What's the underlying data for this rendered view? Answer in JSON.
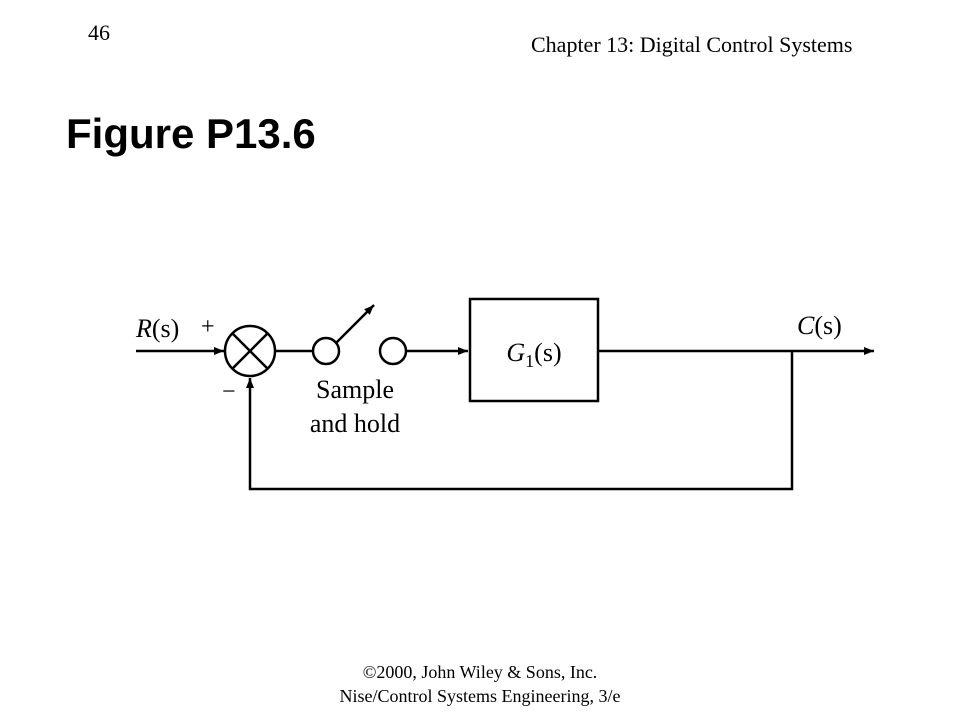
{
  "header": {
    "page_number": "46",
    "chapter": "Chapter 13: Digital Control Systems"
  },
  "title": "Figure P13.6",
  "diagram": {
    "input_name": "R",
    "input_arg": "(s)",
    "plus_sign": "+",
    "minus_sign": "−",
    "sampler_label_line1": "Sample",
    "sampler_label_line2": "and hold",
    "block_name": "G",
    "block_subscript": "1",
    "block_arg": "(s)",
    "output_name": "C",
    "output_arg": "(s)"
  },
  "footer": {
    "line1": "©2000, John Wiley & Sons, Inc.",
    "line2": "Nise/Control Systems Engineering, 3/e"
  }
}
